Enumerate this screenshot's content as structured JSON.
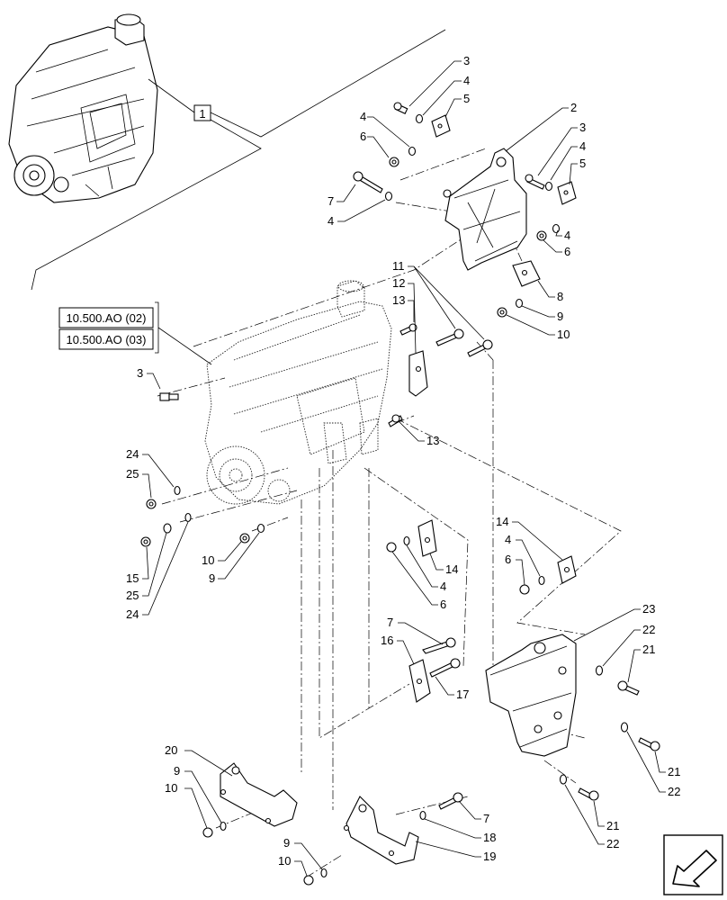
{
  "diagram": {
    "section_ref": "1",
    "references": [
      "10.500.AO (02)",
      "10.500.AO (03)"
    ],
    "labels": {
      "c1": "3",
      "c2": "4",
      "c3": "5",
      "c4": "4",
      "c5": "6",
      "c6": "2",
      "c7": "3",
      "c8": "4",
      "c9": "5",
      "c10": "7",
      "c11": "4",
      "c12": "4",
      "c13": "6",
      "c14": "11",
      "c15": "12",
      "c16": "13",
      "c17": "8",
      "c18": "9",
      "c19": "10",
      "c20": "3",
      "c21": "13",
      "c22": "24",
      "c23": "25",
      "c24": "10",
      "c25": "9",
      "c26": "15",
      "c27": "25",
      "c28": "24",
      "c29": "14",
      "c30": "4",
      "c31": "6",
      "c32": "14",
      "c33": "4",
      "c34": "6",
      "c35": "7",
      "c36": "16",
      "c37": "17",
      "c38": "23",
      "c39": "22",
      "c40": "21",
      "c41": "21",
      "c42": "22",
      "c43": "21",
      "c44": "22",
      "c45": "20",
      "c46": "9",
      "c47": "10",
      "c48": "7",
      "c49": "18",
      "c50": "19",
      "c51": "9",
      "c52": "10"
    }
  }
}
